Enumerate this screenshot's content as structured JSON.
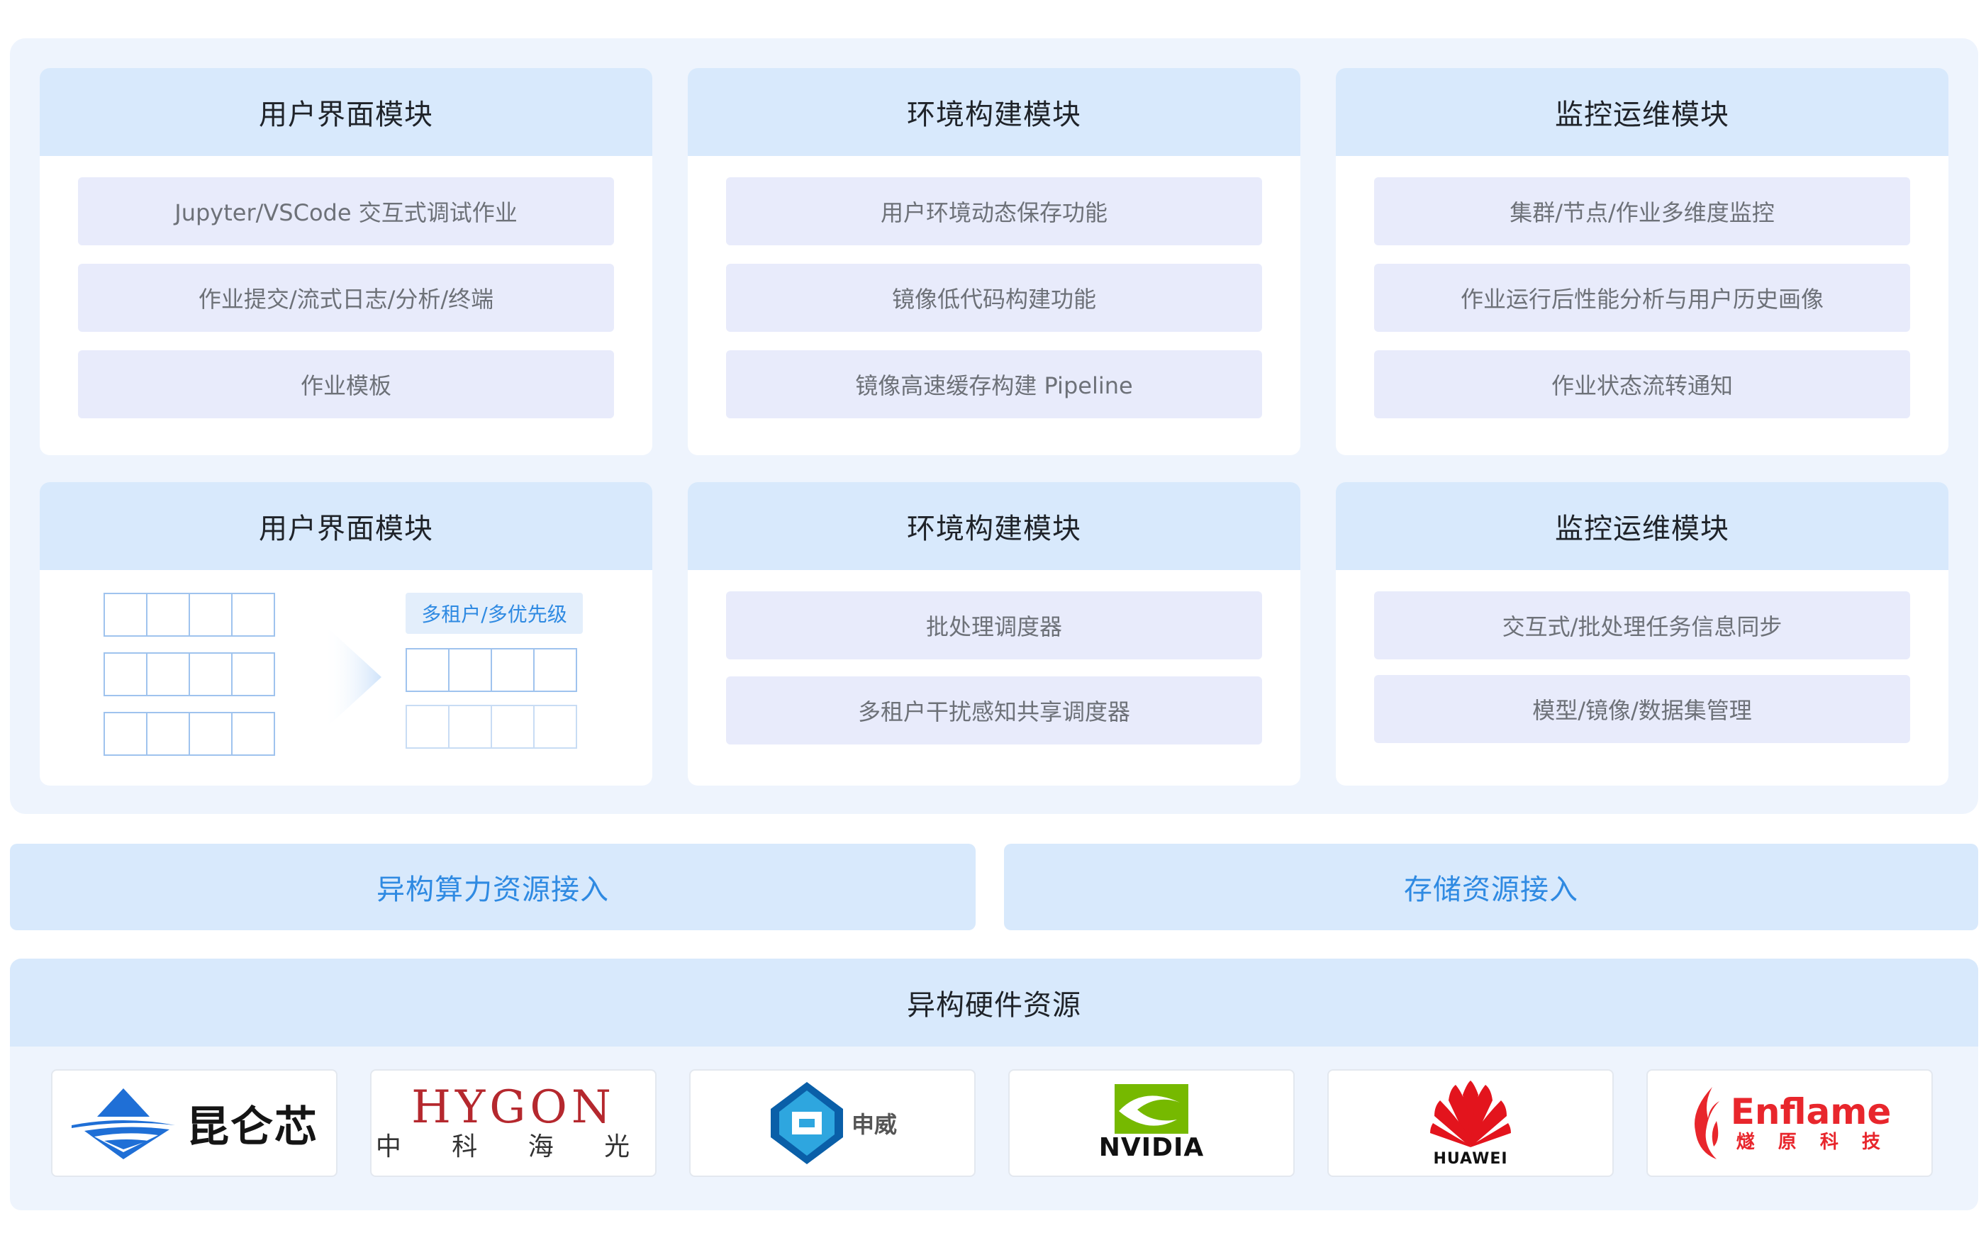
{
  "modules_row1": [
    {
      "title": "用户界面模块",
      "items": [
        "Jupyter/VSCode 交互式调试作业",
        "作业提交/流式日志/分析/终端",
        "作业模板"
      ]
    },
    {
      "title": "环境构建模块",
      "items": [
        "用户环境动态保存功能",
        "镜像低代码构建功能",
        "镜像高速缓存构建 Pipeline"
      ]
    },
    {
      "title": "监控运维模块",
      "items": [
        "集群/节点/作业多维度监控",
        "作业运行后性能分析与用户历史画像",
        "作业状态流转通知"
      ]
    }
  ],
  "modules_row2": [
    {
      "title": "用户界面模块",
      "tag": "多租户/多优先级"
    },
    {
      "title": "环境构建模块",
      "items": [
        "批处理调度器",
        "多租户干扰感知共享调度器"
      ]
    },
    {
      "title": "监控运维模块",
      "items": [
        "交互式/批处理任务信息同步",
        "模型/镜像/数据集管理"
      ]
    }
  ],
  "access": {
    "compute": "异构算力资源接入",
    "storage": "存储资源接入"
  },
  "hardware": {
    "title": "异构硬件资源",
    "logos": [
      {
        "text": "昆仑芯"
      },
      {
        "text": "HYGON",
        "sub": "中 科 海 光"
      },
      {
        "text": "申威"
      },
      {
        "text": "NVIDIA"
      },
      {
        "text": "HUAWEI"
      },
      {
        "text": "Enflame",
        "sub": "燧 原 科 技"
      }
    ]
  },
  "colors": {
    "panel_bg": "#eef4fd",
    "header_bg": "#d8e9fc",
    "item_bg": "#e8ebfb",
    "accent_blue": "#2f8ae2",
    "nvidia_green": "#76b900",
    "hygon_red": "#b5282e",
    "huawei_red": "#e3141d",
    "enflame_red": "#e8262c"
  }
}
